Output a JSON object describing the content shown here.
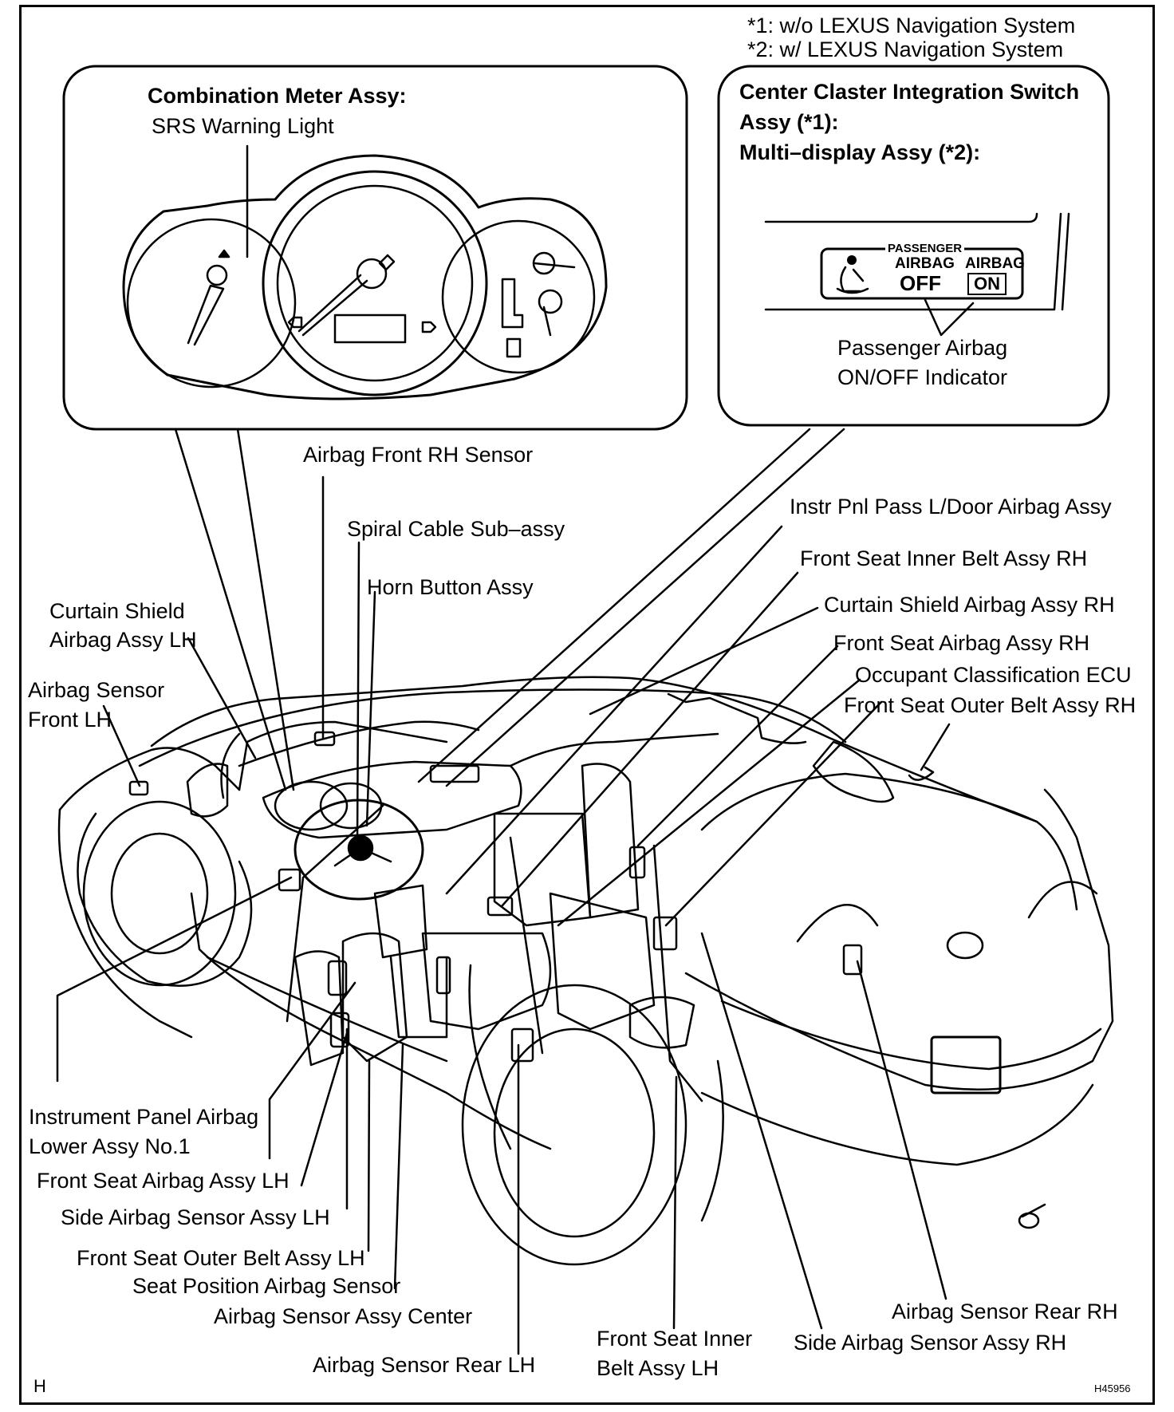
{
  "notes": {
    "n1": "*1: w/o LEXUS Navigation System",
    "n2": "*2: w/ LEXUS Navigation System"
  },
  "meter_box": {
    "title": "Combination Meter Assy:",
    "subtitle": "SRS Warning Light"
  },
  "display_box": {
    "title_line1": "Center Claster Integration Switch",
    "title_line2": "Assy (*1):",
    "title_line3": "Multi–display Assy (*2):",
    "indicator_passenger": "PASSENGER",
    "indicator_airbag_off_top": "AIRBAG",
    "indicator_off": "OFF",
    "indicator_airbag_on_top": "AIRBAG",
    "indicator_on": "ON",
    "caption_line1": "Passenger Airbag",
    "caption_line2": "ON/OFF Indicator"
  },
  "labels": {
    "airbag_front_rh_sensor": "Airbag Front RH Sensor",
    "spiral_cable": "Spiral Cable Sub–assy",
    "horn_button": "Horn Button Assy",
    "curtain_shield_lh_1": "Curtain Shield",
    "curtain_shield_lh_2": "Airbag Assy LH",
    "airbag_sensor_front_lh_1": "Airbag Sensor",
    "airbag_sensor_front_lh_2": "Front LH",
    "instr_pnl_pass": "Instr Pnl Pass L/Door Airbag Assy",
    "front_seat_inner_belt_rh": "Front Seat Inner Belt Assy RH",
    "curtain_shield_rh": "Curtain Shield Airbag Assy RH",
    "front_seat_airbag_rh": "Front Seat Airbag Assy RH",
    "occupant_ecu": "Occupant Classification ECU",
    "front_seat_outer_belt_rh": "Front Seat Outer Belt Assy RH",
    "ip_airbag_lower_1": "Instrument Panel Airbag",
    "ip_airbag_lower_2": "Lower Assy No.1",
    "front_seat_airbag_lh": "Front Seat Airbag Assy LH",
    "side_airbag_sensor_lh": "Side Airbag Sensor Assy LH",
    "front_seat_outer_belt_lh": "Front Seat Outer Belt Assy LH",
    "seat_position_sensor": "Seat Position Airbag Sensor",
    "airbag_sensor_center": "Airbag Sensor Assy Center",
    "airbag_sensor_rear_lh": "Airbag Sensor Rear LH",
    "front_seat_inner_belt_lh_1": "Front Seat Inner",
    "front_seat_inner_belt_lh_2": "Belt Assy LH",
    "airbag_sensor_rear_rh": "Airbag Sensor Rear RH",
    "side_airbag_sensor_rh": "Side Airbag Sensor Assy RH"
  },
  "corner_letter": "H",
  "figure_id": "H45956"
}
